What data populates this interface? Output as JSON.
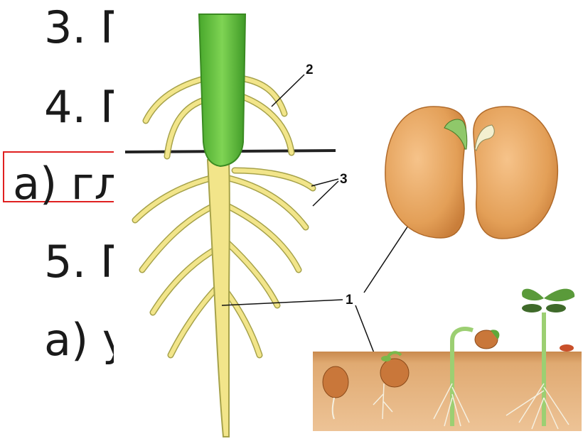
{
  "lines": {
    "item3": "3. Г",
    "item4": "4. Г",
    "answer_a1": "а) гл",
    "item5": "5. Г",
    "answer_a2": "а) у"
  },
  "labels": {
    "one": "1",
    "two": "2",
    "three": "3"
  },
  "colors": {
    "highlight_border": "#e02020",
    "stem_green": "#5cbf3a",
    "root_yellow": "#f0e27a",
    "seed_orange": "#e3a05a",
    "soil": "#d9a26a"
  }
}
